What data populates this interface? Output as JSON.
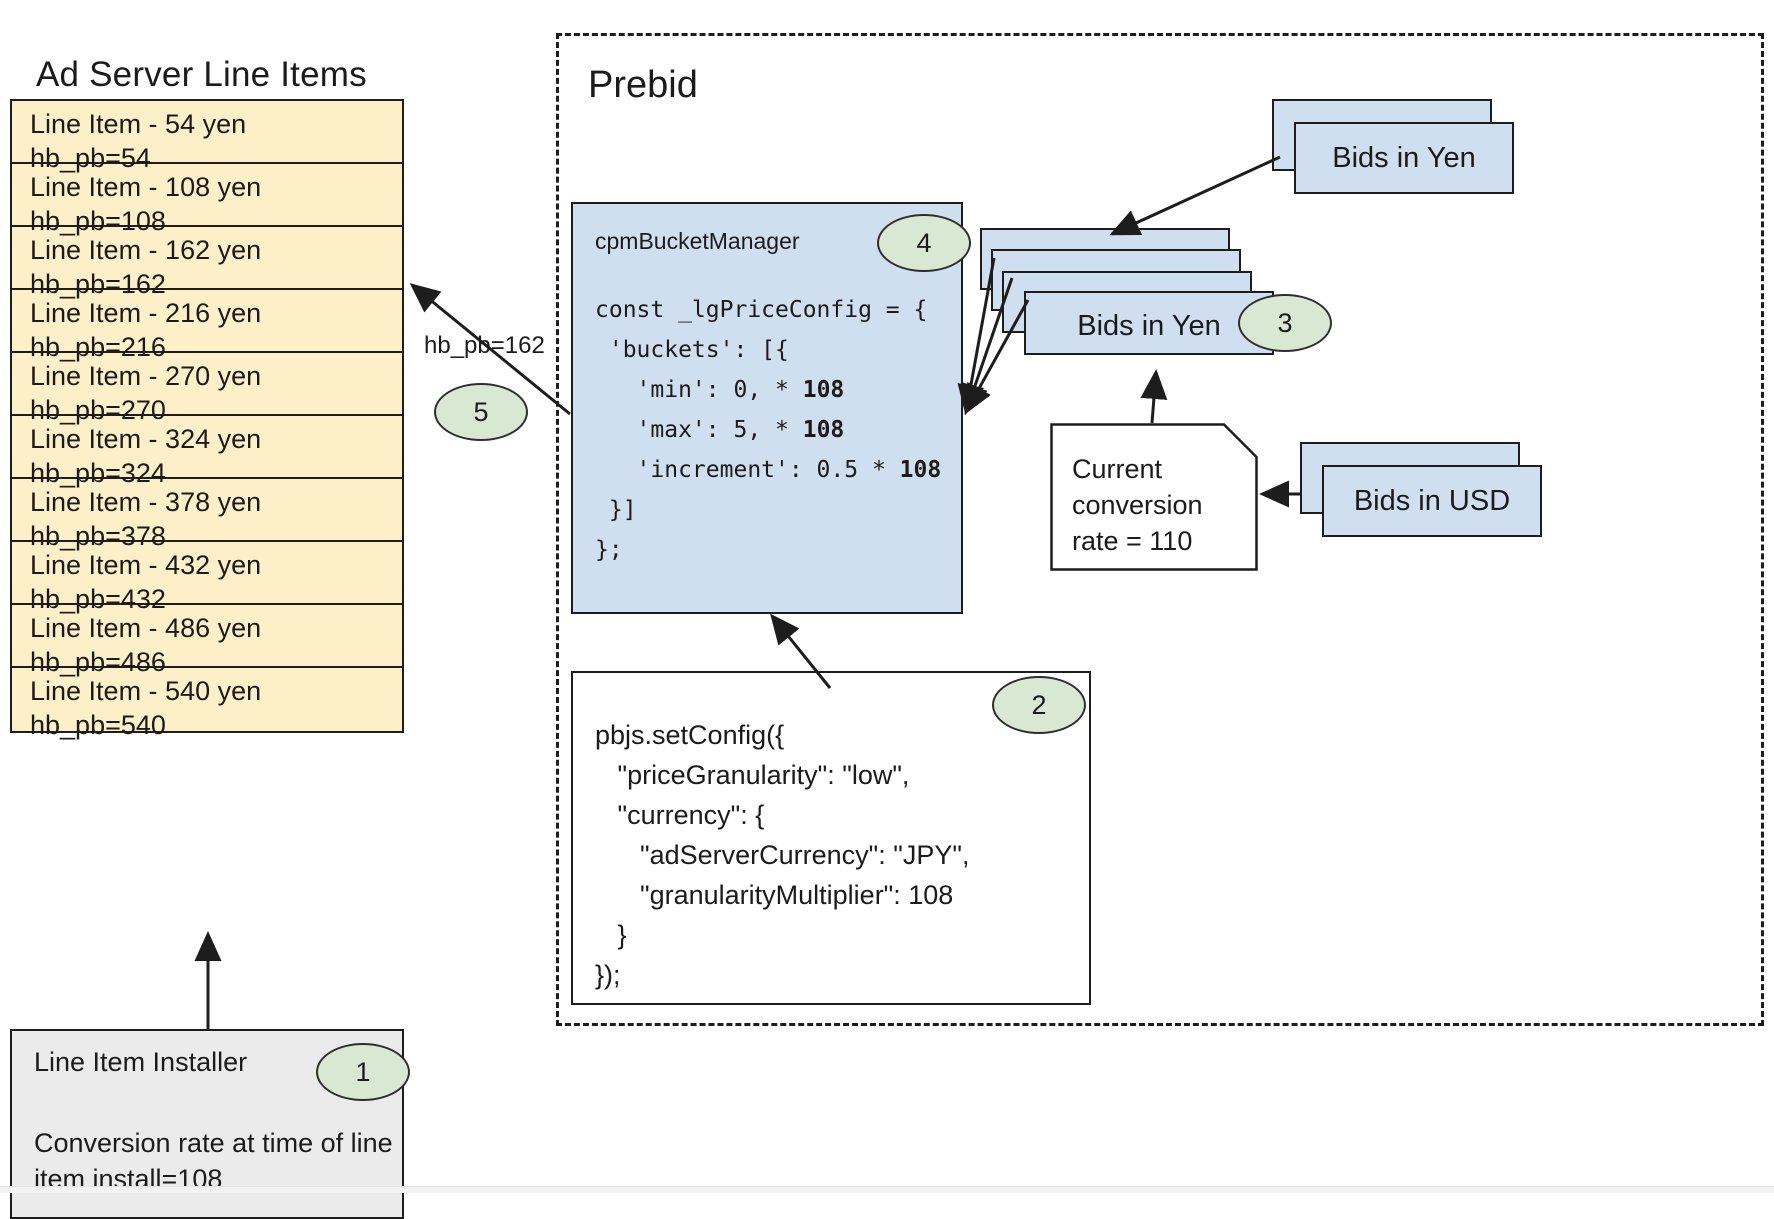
{
  "left_panel": {
    "title": "Ad Server Line Items",
    "line_items": [
      {
        "name": "Line Item - 54 yen",
        "key": "hb_pb=54"
      },
      {
        "name": "Line Item - 108 yen",
        "key": "hb_pb=108"
      },
      {
        "name": "Line Item - 162 yen",
        "key": "hb_pb=162"
      },
      {
        "name": "Line Item - 216 yen",
        "key": "hb_pb=216"
      },
      {
        "name": "Line Item - 270 yen",
        "key": "hb_pb=270"
      },
      {
        "name": "Line Item - 324 yen",
        "key": "hb_pb=324"
      },
      {
        "name": "Line Item - 378 yen",
        "key": "hb_pb=378"
      },
      {
        "name": "Line Item - 432 yen",
        "key": "hb_pb=432"
      },
      {
        "name": "Line Item - 486 yen",
        "key": "hb_pb=486"
      },
      {
        "name": "Line Item - 540 yen",
        "key": "hb_pb=540"
      }
    ],
    "installer": {
      "title": "Line Item Installer",
      "body": "Conversion rate at time of line item install=108"
    }
  },
  "prebid": {
    "title": "Prebid",
    "cpm_bucket_manager": {
      "title": "cpmBucketManager",
      "code_line_1": "const _lgPriceConfig = {",
      "code_line_2": " 'buckets': [{",
      "code_line_3": "   'min': 0, * ",
      "code_line_3_bold": "108",
      "code_line_4": "   'max': 5, * ",
      "code_line_4_bold": "108",
      "code_line_5": "   'increment': 0.5 * ",
      "code_line_5_bold": "108",
      "code_line_6": " }]",
      "code_line_7": "};"
    },
    "set_config": {
      "code": "pbjs.setConfig({\n   \"priceGranularity\": \"low\",\n   \"currency\": {\n      \"adServerCurrency\": \"JPY\",\n      \"granularityMultiplier\": 108\n   }\n});"
    },
    "bids_yen_stack_label": "Bids in Yen",
    "bids_yen_top_label": "Bids in Yen",
    "bids_usd_label": "Bids in USD",
    "conversion_note": "Current conversion rate = 110"
  },
  "badges": {
    "b1": "1",
    "b2": "2",
    "b3": "3",
    "b4": "4",
    "b5": "5"
  },
  "edges": {
    "hb_pb_label": "hb_pb=162"
  },
  "colors": {
    "line_item_fill": "#fdf0c8",
    "bid_fill": "#cfdff0",
    "badge_fill": "#d9e8d2",
    "installer_fill": "#ebebeb",
    "stroke": "#1d1d1d"
  }
}
